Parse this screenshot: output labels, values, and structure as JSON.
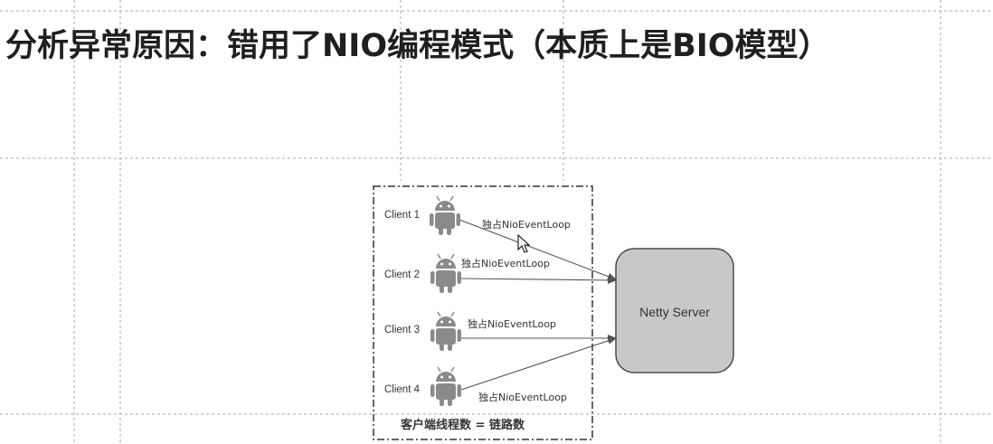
{
  "slide": {
    "title": "分析异常原因：错用了NIO编程模式（本质上是BIO模型）"
  },
  "diagram": {
    "clients": [
      {
        "label": "Client 1",
        "edge_label": "独占NioEventLoop"
      },
      {
        "label": "Client 2",
        "edge_label": "独占NioEventLoop"
      },
      {
        "label": "Client 3",
        "edge_label": "独占NioEventLoop"
      },
      {
        "label": "Client 4",
        "edge_label": "独占NioEventLoop"
      }
    ],
    "server_label": "Netty Server",
    "group_caption": "客户端线程数 = 链路数",
    "client_icon": "android-robot-icon",
    "colors": {
      "server_fill": "#c8c8c8",
      "server_stroke": "#4a4a4a",
      "robot": "#8a8a8a",
      "edge": "#555555",
      "guide": "#9a9a9a"
    }
  }
}
